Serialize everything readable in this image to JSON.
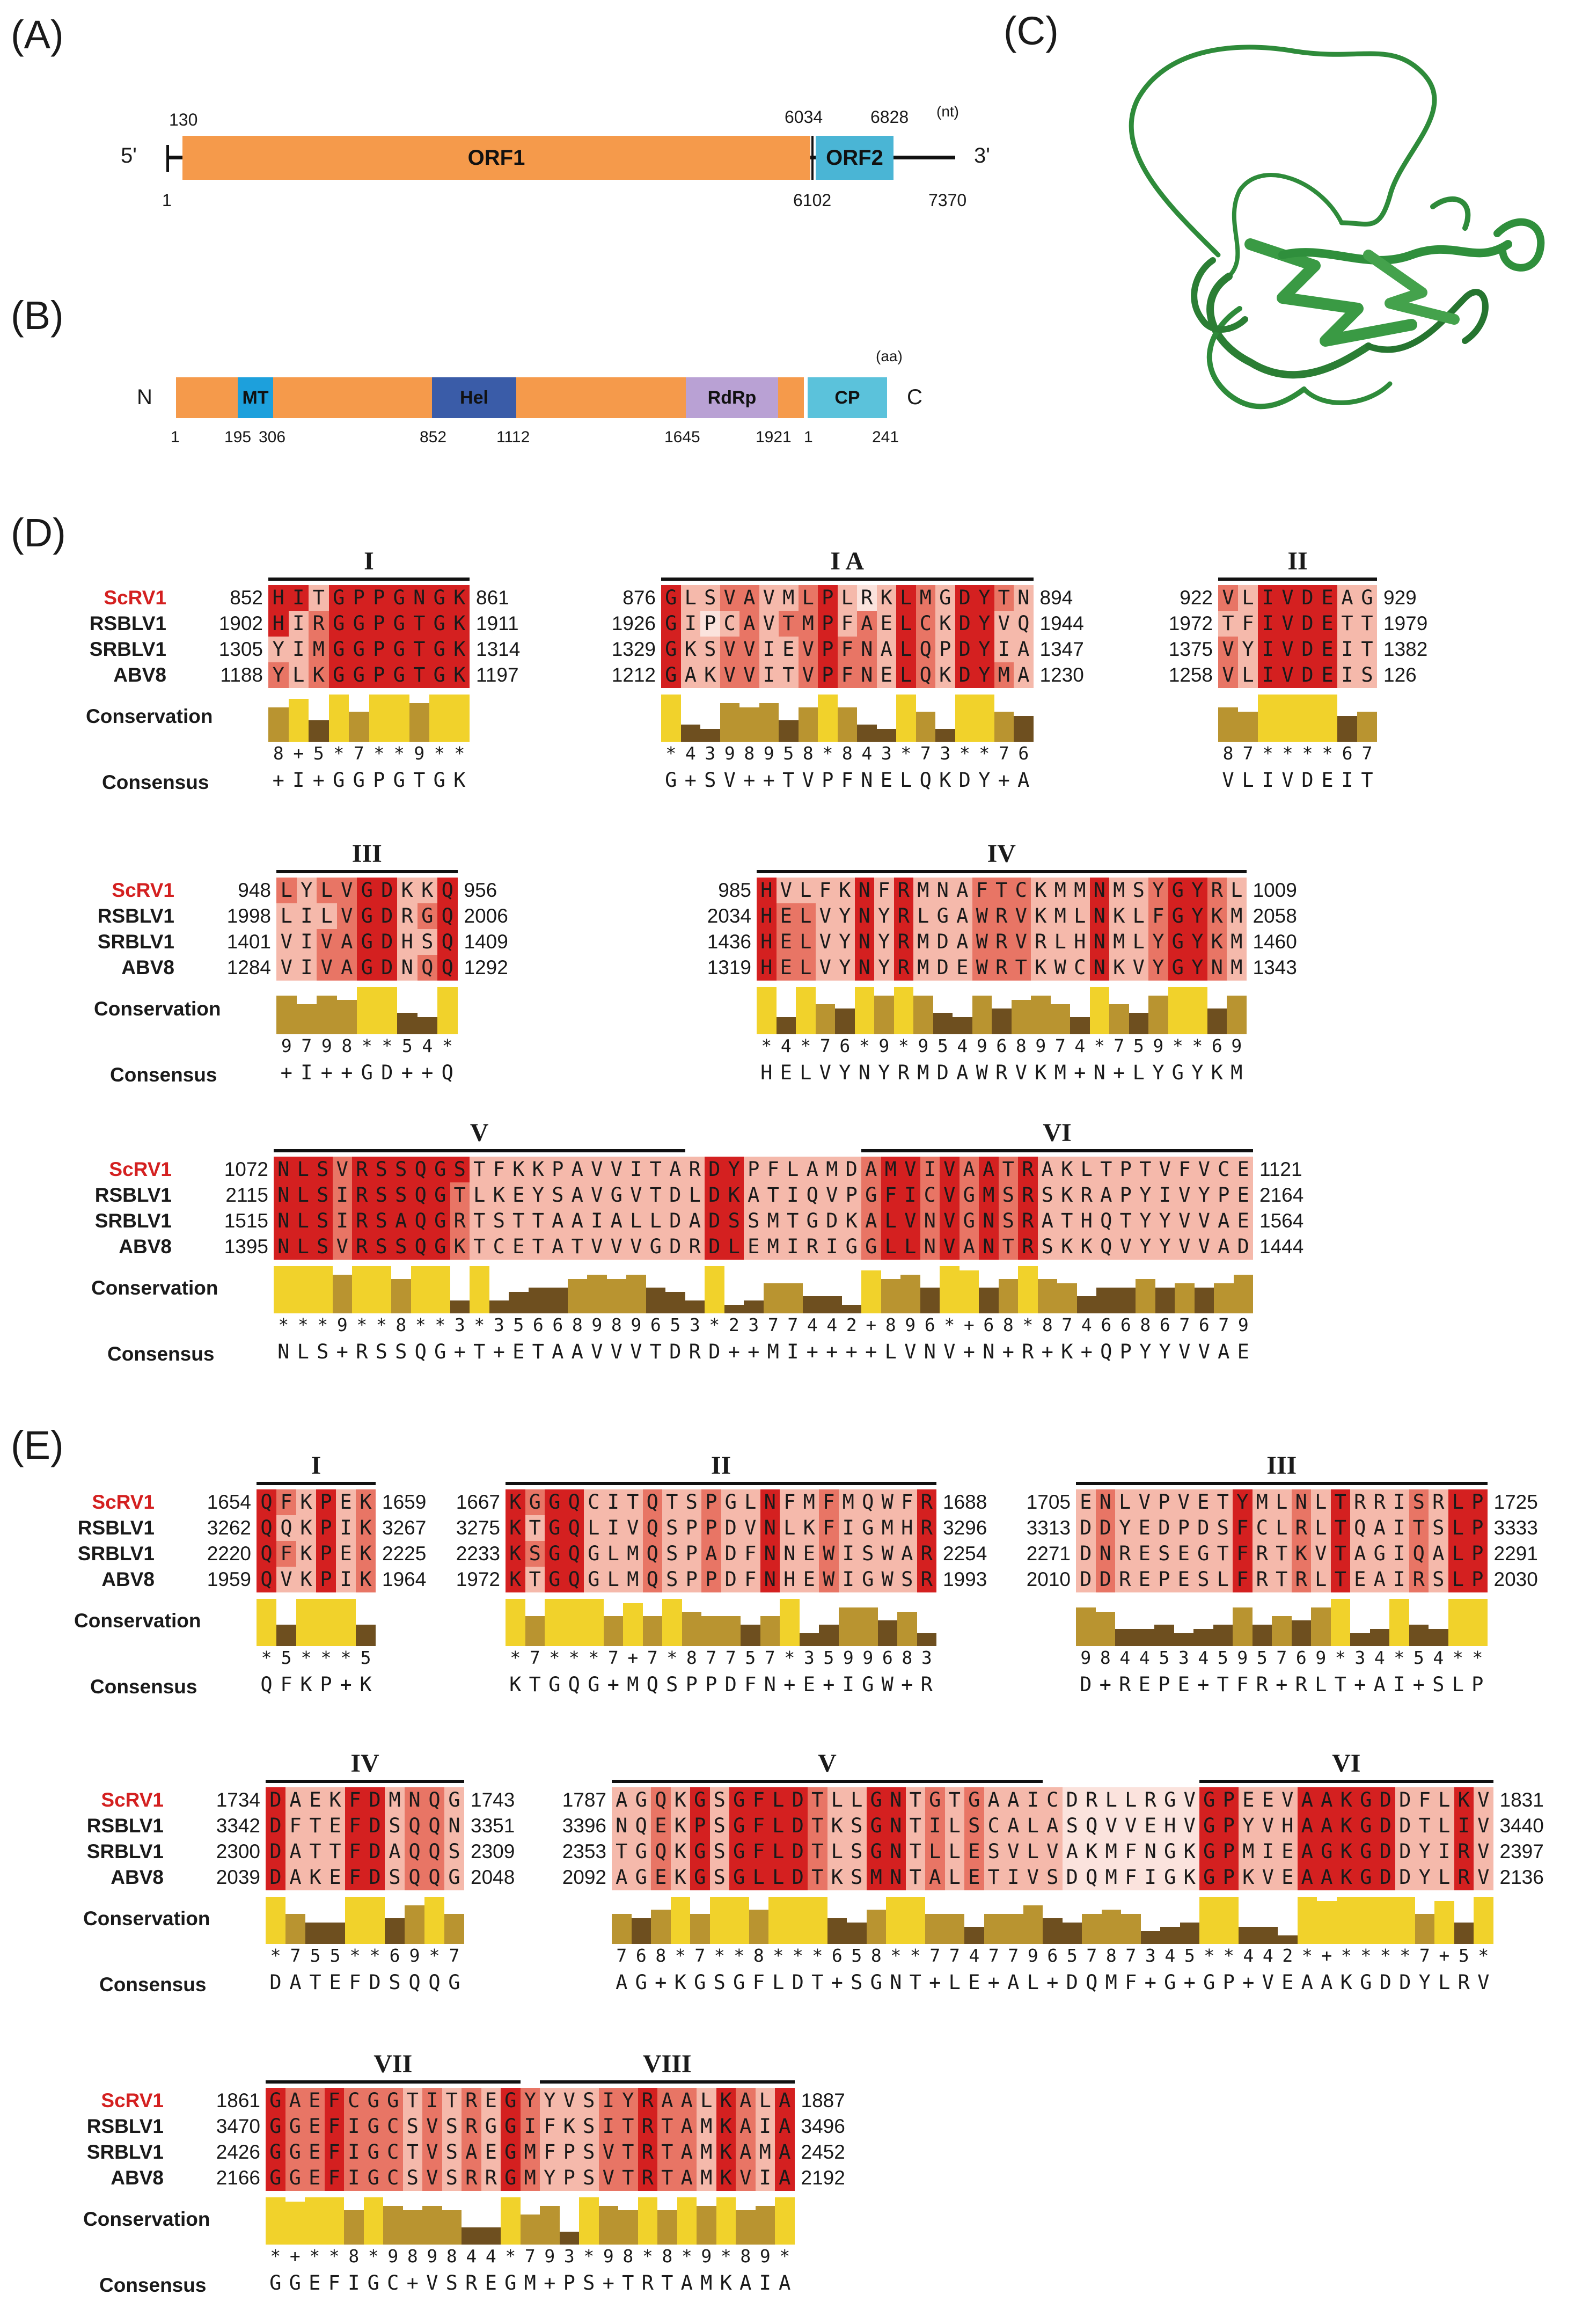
{
  "panels": {
    "A": "(A)",
    "B": "(B)",
    "C": "(C)",
    "D": "(D)",
    "E": "(E)"
  },
  "genome": {
    "five": "5'",
    "three": "3'",
    "unit": "(nt)",
    "orf1": "ORF1",
    "orf2": "ORF2",
    "n130": "130",
    "n6034": "6034",
    "n6828": "6828",
    "n1": "1",
    "n6102": "6102",
    "n7370": "7370"
  },
  "protein": {
    "N": "N",
    "C": "C",
    "unit": "(aa)",
    "mt": "MT",
    "hel": "Hel",
    "rdrp": "RdRp",
    "cp": "CP",
    "a1": "1",
    "a195": "195",
    "a306": "306",
    "a852": "852",
    "a1112": "1112",
    "a1645": "1645",
    "a1921": "1921",
    "b1": "1",
    "b241": "241"
  },
  "labels": {
    "conservation": "Conservation",
    "consensus": "Consensus"
  },
  "names": [
    "ScRV1",
    "RSBLV1",
    "SRBLV1",
    "ABV8"
  ],
  "colors": {
    "dark": "#d42020",
    "mid": "#e87565",
    "light": "#f5b9ab",
    "pale": "#fbe3dd",
    "cons_high": "#f1d22b",
    "cons_mid": "#b99430",
    "cons_low": "#6e4f1f",
    "name_red": "#d42020"
  },
  "blocks": [
    {
      "id": "D1",
      "start": [
        "852",
        "1902",
        "1305",
        "1188"
      ],
      "end": [
        "861",
        "1911",
        "1314",
        "1197"
      ],
      "seqs": [
        "HITGPPGNGK",
        "HIRGGPGTGK",
        "YIMGGPGTGK",
        "YLKGGPGTGK"
      ],
      "levels": [
        "3313333333",
        "3123333333",
        "1123333333",
        "2123333333"
      ],
      "score": "8+5*7**9**",
      "consensus": "+I+GGPGTGK",
      "motifs": [
        {
          "label": "I",
          "from": 0,
          "to": 10
        }
      ]
    },
    {
      "id": "D2",
      "start": [
        "876",
        "1926",
        "1329",
        "1212"
      ],
      "end": [
        "894",
        "1944",
        "1347",
        "1230"
      ],
      "seqs": [
        "GLSVAVMLPLRKLMGDYTN",
        "GIPCAVTMPFAELCKDYVQ",
        "GKSVVIEVPFNALQPDYIA",
        "GAKVVITVPFNELQKDYMA"
      ],
      "levels": [
        "3112211231013213321",
        "3101212231213213311",
        "3112211232213213311",
        "3112211232213213321"
      ],
      "score": "*439895 8*843*73**76",
      "consensus": "G+SV++TVPFNELQKDY+A",
      "motifs": [
        {
          "label": "I A",
          "from": 0,
          "to": 19
        }
      ]
    },
    {
      "id": "D3",
      "start": [
        "922",
        "1972",
        "1375",
        "1258"
      ],
      "end": [
        "929",
        "1979",
        "1382",
        "126"
      ],
      "seqs": [
        "VLIVDEAG",
        "TFIVDETT",
        "VYIVDEIT",
        "VLIVDEIS"
      ],
      "levels": [
        "21333311",
        "11333311",
        "21333311",
        "21333311"
      ],
      "score": "87****67",
      "consensus": "VLIVDEIT",
      "motifs": [
        {
          "label": "II",
          "from": 0,
          "to": 8
        }
      ]
    },
    {
      "id": "D4",
      "start": [
        "948",
        "1998",
        "1401",
        "1284"
      ],
      "end": [
        "956",
        "2006",
        "1409",
        "1292"
      ],
      "seqs": [
        "LYLVGDKKQ",
        "LILVGDRGQ",
        "VIVAGDHSQ",
        "VIVAGDNQQ"
      ],
      "levels": [
        "212233113",
        "111233123",
        "112233113",
        "112233123"
      ],
      "score": "9798**54*",
      "consensus": "+I++GD++Q",
      "motifs": [
        {
          "label": "III",
          "from": 0,
          "to": 9
        }
      ]
    },
    {
      "id": "D5",
      "start": [
        "985",
        "2034",
        "1436",
        "1319"
      ],
      "end": [
        "1009",
        "2058",
        "1460",
        "1343"
      ],
      "seqs": [
        "HVLFKNFRMNAFTCKMMNMSYGYRL",
        "HELVYNYRLGAWRVKMLNKLFGYKM",
        "HELVYNYRMDAWRVRLHNMLYGYKM",
        "HELVYNYRMDEWRTKWCNKVYGYNM"
      ],
      "levels": [
        "3111131311122211131123321",
        "3221131311122211131123321",
        "3221131311122211131123321",
        "3221131311122211131123321"
      ],
      "score": "*4*76*9*954968974*759**69",
      "consensus": "HELVYNYRMDAWRVKM+N+LYGYKM",
      "motifs": [
        {
          "label": "IV",
          "from": 0,
          "to": 25
        }
      ]
    },
    {
      "id": "D6",
      "start": [
        "1072",
        "2115",
        "1515",
        "1395"
      ],
      "end": [
        "1121",
        "2164",
        "1564",
        "1444"
      ],
      "seqs": [
        "NLSVRSSQGSTFKKPAVVITARDYPFLAMDAMVIVAATRAKLTPTVFVCE",
        "NLSIRSSQGTLKEYSAVGVTDLDKATIQVPGFICVGMSRSKRAPYIVYPE",
        "NLSIRSAQGRTSTTAAIALLDADSSMTGDKALVNVGNSRATHQTYYVVAE",
        "NLSVRSSQGKTCETATVVVGDRDLEMIRIGGLLNVANTRSKKQVYYVVAD"
      ],
      "levels": [
        "33323333331111111111113311111123323232311111111111",
        "33323333321111111111113311111123323232311111111111",
        "33323333321111111111113311111123323232311111111111",
        "33323333321111111111113311111123323232311111111111"
      ],
      "score": "***9**8**3*35668989653*2377442+896*+68*8746686767 9",
      "consensus": "NLS+RSSQG+T+ETAAVVVTDRD++MI++++LVNV+N+R+K+QPYYVVAE",
      "motifs": [
        {
          "label": "V",
          "from": 0,
          "to": 21
        },
        {
          "label": "VI",
          "from": 30,
          "to": 50
        }
      ]
    },
    {
      "id": "E1",
      "start": [
        "1654",
        "3262",
        "2220",
        "1959"
      ],
      "end": [
        "1659",
        "3267",
        "2225",
        "1964"
      ],
      "seqs": [
        "QFKPEK",
        "QQKPIK",
        "QFKPEK",
        "QVKPIK"
      ],
      "levels": [
        "321312",
        "311312",
        "321312",
        "311312"
      ],
      "score": "*5***5*",
      "consensus": "QFKP+K",
      "motifs": [
        {
          "label": "I",
          "from": 0,
          "to": 6
        }
      ]
    },
    {
      "id": "E2",
      "start": [
        "1667",
        "3275",
        "2233",
        "1972"
      ],
      "end": [
        "1688",
        "3296",
        "2254",
        "1993"
      ],
      "seqs": [
        "KGGQCITQTSPGLNFMFMQWFR",
        "KTGQLIVQSPPDVNLKFIGMHR",
        "KSGQGLMQSPADFNNEWISWAR",
        "KTGQGLMQSPPDFNHEWIGWSR"
      ],
      "levels": [
        "3233111211211311211113",
        "3133111211211311211113",
        "3233111211211311211113",
        "3133111211211311211113"
      ],
      "score": "*7***7+7*87757*3599683*",
      "consensus": "KTGQG+MQSPPDFN+E+IGW+R",
      "motifs": [
        {
          "label": "II",
          "from": 0,
          "to": 22
        }
      ]
    },
    {
      "id": "E3",
      "start": [
        "1705",
        "3313",
        "2271",
        "2010"
      ],
      "end": [
        "1725",
        "3333",
        "2291",
        "2030"
      ],
      "seqs": [
        "ENLVPVETYMLNLTRRISRLP",
        "DDYEDPDSFCLRLTQAITSLP",
        "DNRESEGTFRTKVTAGIQALP",
        "DDREPESLFRTRLTEAIRSLP"
      ],
      "levels": [
        "121111113112131112133",
        "121111113112131112133",
        "121111113112131112133",
        "121111113112131112133"
      ],
      "score": "9844534595769*34*54**",
      "consensus": "D+REPE+TFR+RLT+AI+SLP",
      "motifs": [
        {
          "label": "III",
          "from": 0,
          "to": 21
        }
      ]
    },
    {
      "id": "E4",
      "start": [
        "1734",
        "3342",
        "2300",
        "2039"
      ],
      "end": [
        "1743",
        "3351",
        "2309",
        "2048"
      ],
      "seqs": [
        "DAEKFDMNQG",
        "DFTEFDSQQN",
        "DATTFDAQQS",
        "DAKEFDSQQG"
      ],
      "levels": [
        "3111331221",
        "3111331221",
        "3111331221",
        "3111331221"
      ],
      "score": "*755**69*7",
      "consensus": "DATEFDSQQG",
      "motifs": [
        {
          "label": "IV",
          "from": 0,
          "to": 10
        }
      ]
    },
    {
      "id": "E5",
      "start": [
        "1787",
        "3396",
        "2353",
        "2092"
      ],
      "end": [
        "1831",
        "3440",
        "2397",
        "2136"
      ],
      "seqs": [
        "AGQKGSGFLDTLLGNTGTGAAICDRLLRGVGPEEVAAKGDDFLKV",
        "NQEKPSGFLDTKSGNTILSCALASQVVEHVGPYVHAAKGDDTLIV",
        "TGQKGSGFLDTLSGNTLLESVLVAKMFNGKGPMIEAGKGDDYIRV",
        "AGEKGSGLLDTKSMNTALETIVSDQMFIGKGPKVEAAKGDDYLRV"
      ],
      "levels": [
        "112131333321133121211110000000331113333311131",
        "112131333321133121211110000000331113333311131",
        "112131333321133121211110000000331113333311131",
        "112131333321133121211110000000331113333311131"
      ],
      "score": "768*7**8***658**7747796578734 5**442*+****7+5*",
      "consensus": "AG+KGSGFLDT+SGNT+LE+AL+DQMF+G+GP+VEAAKGDDYLRV",
      "motifs": [
        {
          "label": "V",
          "from": 0,
          "to": 22
        },
        {
          "label": "VI",
          "from": 30,
          "to": 45
        }
      ]
    },
    {
      "id": "E6",
      "start": [
        "1861",
        "3470",
        "2426",
        "2166"
      ],
      "end": [
        "1887",
        "3496",
        "2452",
        "2192"
      ],
      "seqs": [
        "GAEFCGGTITREGYYVSIYRAALKALA",
        "GGEFIGCSVSRGGIFKSITRTAMKAIA",
        "GGEFIGCTVSAEGMFPSVTRTAMKAMA",
        "GGEFIGCSVSRRGMYPSVTRTAMKVIA"
      ],
      "levels": [
        "322322212121321112232213213",
        "322322212121321112232213213",
        "322322212121321112232213213",
        "322322212121321112232213213"
      ],
      "score": "*+**8*98984 4*793*98*8*9*89*",
      "consensus": "GGEFIGC+VSREGM+PS+TRTAMKAIA",
      "motifs": [
        {
          "label": "VII",
          "from": 0,
          "to": 13
        },
        {
          "label": "VIII",
          "from": 14,
          "to": 27
        }
      ]
    }
  ]
}
